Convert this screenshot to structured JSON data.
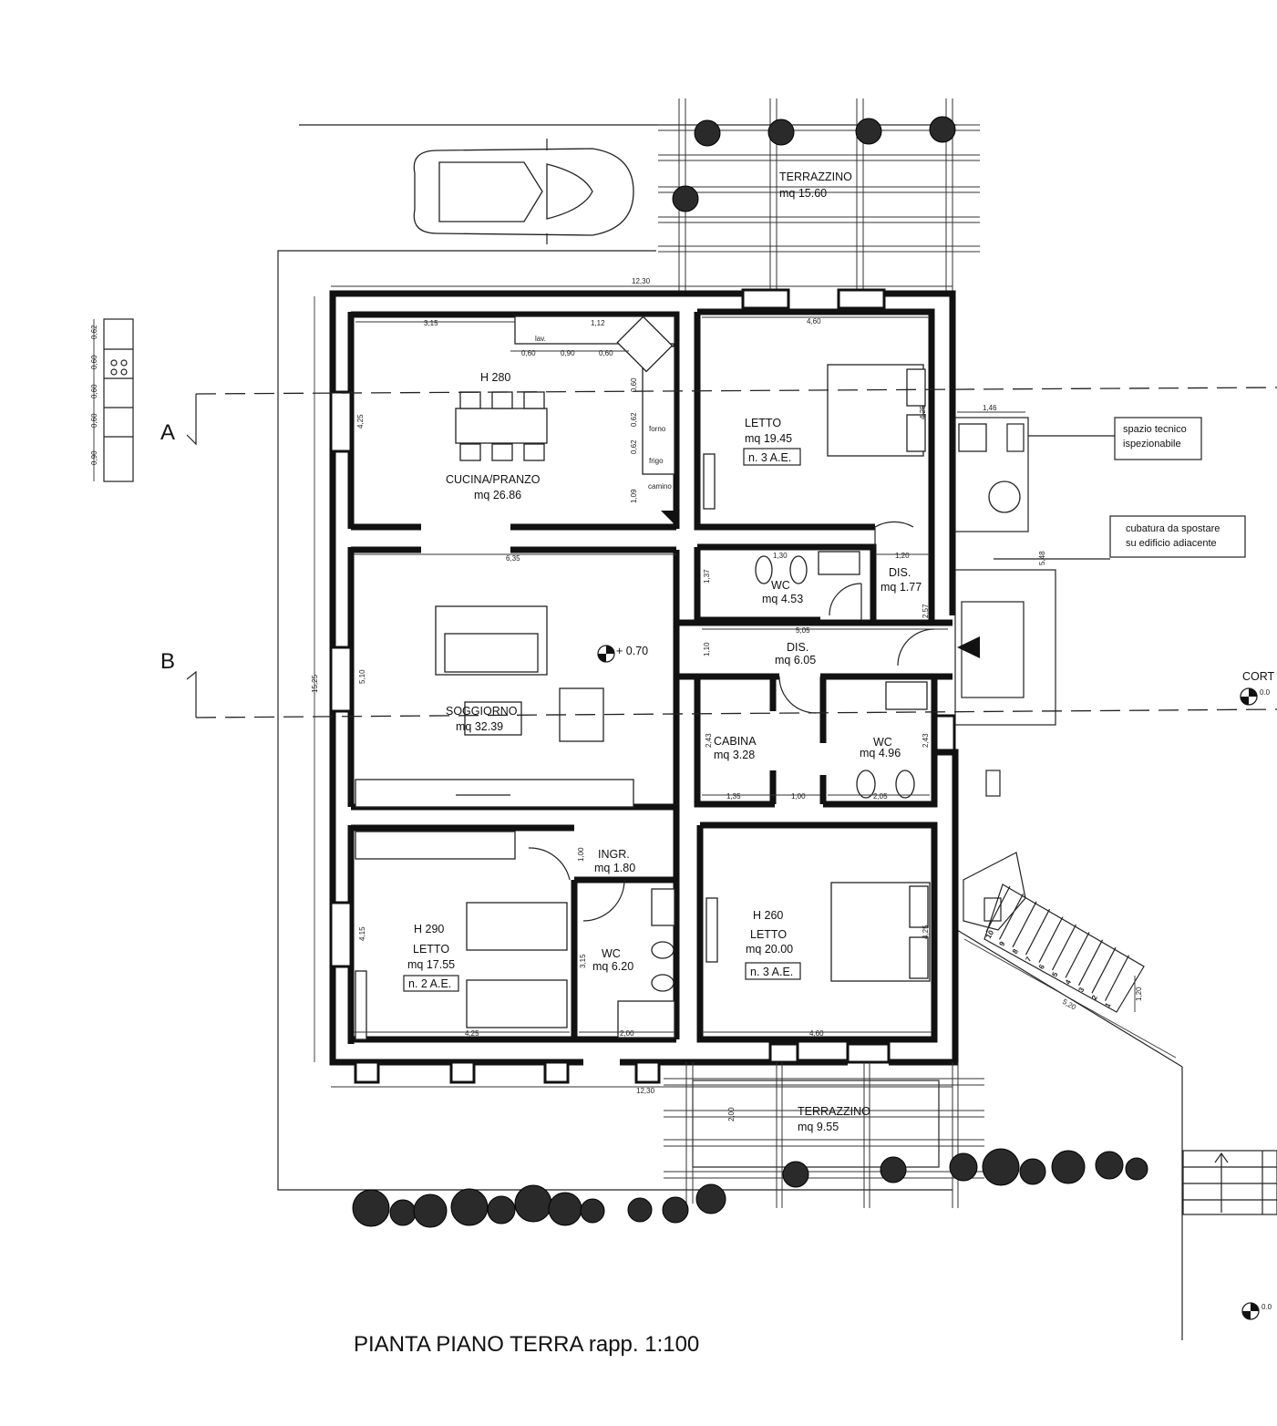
{
  "title": "PIANTA PIANO TERRA  rapp. 1:100",
  "sections": {
    "a": "A",
    "b": "B"
  },
  "rooms": {
    "terrazzino_top": {
      "label": "TERRAZZINO",
      "area": "mq 15.60"
    },
    "cucina": {
      "height": "H 280",
      "label": "CUCINA/PRANZO",
      "area": "mq 26.86"
    },
    "letto_ne": {
      "label": "LETTO",
      "area": "mq 19.45",
      "ae": "n. 3 A.E."
    },
    "wc1": {
      "label": "WC",
      "area": "mq 4.53"
    },
    "dis1": {
      "label": "DIS.",
      "area": "mq 1.77"
    },
    "dis2": {
      "label": "DIS.",
      "area": "mq 6.05"
    },
    "soggiorno": {
      "label": "SOGGIORNO",
      "area": "mq 32.39"
    },
    "cabina": {
      "label": "CABINA",
      "area": "mq 3.28"
    },
    "wc2": {
      "label": "WC",
      "area": "mq 4.96"
    },
    "ingr": {
      "label": "INGR.",
      "area": "mq 1.80"
    },
    "letto_sw": {
      "height": "H 290",
      "label": "LETTO",
      "area": "mq 17.55",
      "ae": "n. 2 A.E."
    },
    "wc3": {
      "label": "WC",
      "area": "mq 6.20"
    },
    "letto_se": {
      "height": "H 260",
      "label": "LETTO",
      "area": "mq 20.00",
      "ae": "n. 3 A.E."
    },
    "terrazzino_bot": {
      "label": "TERRAZZINO",
      "area": "mq 9.55"
    }
  },
  "notes": {
    "spazio_1": "spazio tecnico",
    "spazio_2": "ispezionabile",
    "cubatura_1": "cubatura da spostare",
    "cubatura_2": "su edificio adiacente",
    "corte": "CORT",
    "elev_sog": "+ 0.70",
    "elev_corte": "0.0",
    "elev_bottom": "0.0"
  },
  "kitchen_labels": {
    "lav": "lav.",
    "forno": "forno",
    "frigo": "frigo",
    "camino": "camino"
  },
  "dimensions": {
    "d_12_30_top": "12,30",
    "d_3_15": "3,15",
    "d_1_12": "1,12",
    "d_0_60_a": "0,60",
    "d_0_90": "0,90",
    "d_0_60_b": "0,60",
    "d_0_60_v": "0,60",
    "d_0_62_v1": "0,62",
    "d_0_62_v2": "0,62",
    "d_1_09": "1,09",
    "d_4_25_cuc": "4,25",
    "d_4_60_top": "4,60",
    "d_4_25_let": "4,25",
    "d_1_46": "1,46",
    "d_5_48": "5,48",
    "d_1_20": "1,20",
    "d_1_30": "1,30",
    "d_1_37": "1,37",
    "d_2_57": "2,57",
    "d_6_35": "6,35",
    "d_5_05": "5,05",
    "d_1_10": "1,10",
    "d_15_25": "15,25",
    "d_5_10": "5,10",
    "d_2_43_cab": "2,43",
    "d_2_43_wc": "2,43",
    "d_1_35": "1,35",
    "d_1_00_h": "1,00",
    "d_2_05": "2,05",
    "d_1_00_v": "1,00",
    "d_4_15": "4,15",
    "d_3_15_wc": "3,15",
    "d_4_25_sw": "4,25",
    "d_2_00_h": "2,00",
    "d_4_60_bot": "4,60",
    "d_4_25_se": "4,25",
    "d_12_30_bot": "12,30",
    "d_2_00_v": "2,00",
    "d_5_20": "5,20",
    "d_1_20_st": "1,20",
    "side_0_62": "0,62",
    "side_0_60a": "0,60",
    "side_0_60b": "0,60",
    "side_0_60c": "0,60",
    "side_0_90": "0,90"
  },
  "stairs": [
    "10",
    "9",
    "8",
    "7",
    "6",
    "5",
    "4",
    "3",
    "2",
    "1"
  ]
}
